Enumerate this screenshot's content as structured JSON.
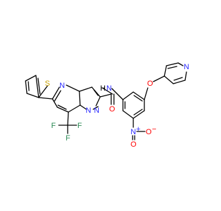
{
  "molecule": {
    "colors": {
      "bond": "#000000",
      "carbon": "#000000",
      "nitrogen": "#2c2cff",
      "oxygen": "#ff0000",
      "sulfur": "#c8a000",
      "fluorine": "#2e8b57",
      "hydrogen": "#000000"
    },
    "atom_labels": {
      "s1": "S",
      "n_pyrim": "N",
      "n_bridge1": "N",
      "n_bridge2": "N",
      "f1": "F",
      "f2": "F",
      "f3": "F",
      "o_carbonyl": "O",
      "nh": "N",
      "h_nh": "H",
      "n_nitro": "N",
      "n_nitro_plus": "+",
      "o_nitro1": "O",
      "o_nitro_minus": "−",
      "o_nitro2": "O",
      "o_ether": "O",
      "n_pyridine": "N"
    }
  }
}
